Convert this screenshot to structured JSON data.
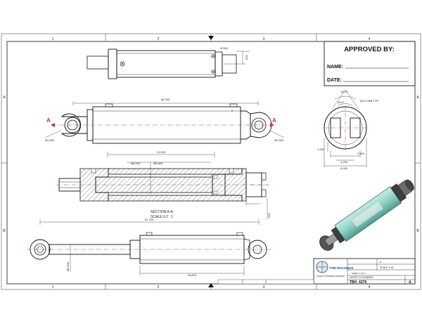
{
  "border": {
    "zones_top": [
      "1",
      "2",
      "3",
      "4"
    ],
    "zones_side": [
      "A",
      "B"
    ]
  },
  "approval": {
    "heading": "APPROVED BY:",
    "name_label": "NAME:",
    "date_label": "DATE:"
  },
  "top_view": {
    "dims": [
      "Ø.563",
      ".625"
    ]
  },
  "front_view": {
    "overall_dim": "36.750",
    "pin_left": "Ø2.500",
    "pin_right": "Ø2.500",
    "section_marker": "A"
  },
  "end_view": {
    "angle_outer": "60.0°",
    "angle_inner": "30.0°",
    "bolt_note": "Ø12 ORB TYP.",
    "dims": [
      "1.250",
      "3.500",
      "4.750",
      "6.250"
    ]
  },
  "section_view": {
    "length_dim": "21.000",
    "bore_dim": "Ø6.000",
    "rod_dim": "Ø3.500",
    "side_dim": ".625",
    "label_line1": "SECTION A-A",
    "label_line2": "SCALE 0.2 : 1"
  },
  "bottom_view": {
    "extended_dim": "57.750",
    "rod_dim": "Ø3.500",
    "body_dim": "33.875"
  },
  "title_block": {
    "company": "TSM HOLDINGS",
    "part_name": "HOIST CYLINDER",
    "drawing_number": "TBH_4279",
    "revision": "A",
    "scale_note": "SCALE 1:16",
    "sheet": "SHEET 1 OF 1",
    "size_label": "A",
    "tol_note": "UNLESS OTHERWISE SPECIFIED"
  },
  "colors": {
    "cylinder_body": "#8fd0c4",
    "section_arrow": "#c0392b",
    "logo": "#2a4e7a"
  }
}
